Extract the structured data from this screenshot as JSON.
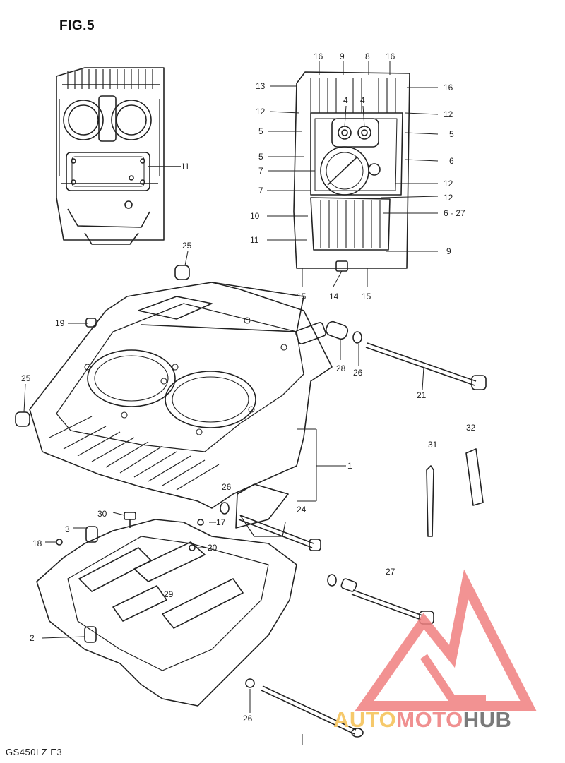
{
  "figure": {
    "title": "FIG.5",
    "model": "GS450LZ  E3"
  },
  "watermark": {
    "word1": "AUTO",
    "word2": "MOTO",
    "word3": "HUB",
    "colors": {
      "auto": "#f6c96b",
      "moto": "#f09090",
      "hub": "#7a7a7a",
      "logo": "#f08080"
    }
  },
  "callouts": [
    {
      "id": "c16a",
      "text": "16"
    },
    {
      "id": "c9a",
      "text": "9"
    },
    {
      "id": "c8",
      "text": "8"
    },
    {
      "id": "c16b",
      "text": "16"
    },
    {
      "id": "c13",
      "text": "13"
    },
    {
      "id": "c16c",
      "text": "16"
    },
    {
      "id": "c12a",
      "text": "12"
    },
    {
      "id": "c4a",
      "text": "4"
    },
    {
      "id": "c4b",
      "text": "4"
    },
    {
      "id": "c12b",
      "text": "12"
    },
    {
      "id": "c5a",
      "text": "5"
    },
    {
      "id": "c5b",
      "text": "5"
    },
    {
      "id": "c5c",
      "text": "5"
    },
    {
      "id": "c6a",
      "text": "6"
    },
    {
      "id": "c7a",
      "text": "7"
    },
    {
      "id": "c12c",
      "text": "12"
    },
    {
      "id": "c7b",
      "text": "7"
    },
    {
      "id": "c12d",
      "text": "12"
    },
    {
      "id": "c10",
      "text": "10"
    },
    {
      "id": "c6b",
      "text": "6 · 27"
    },
    {
      "id": "c11a",
      "text": "11"
    },
    {
      "id": "c9b",
      "text": "9"
    },
    {
      "id": "c15a",
      "text": "15"
    },
    {
      "id": "c14",
      "text": "14"
    },
    {
      "id": "c15b",
      "text": "15"
    },
    {
      "id": "c11b",
      "text": "11"
    },
    {
      "id": "c25a",
      "text": "25"
    },
    {
      "id": "c19",
      "text": "19"
    },
    {
      "id": "c28",
      "text": "28"
    },
    {
      "id": "c26a",
      "text": "26"
    },
    {
      "id": "c21",
      "text": "21"
    },
    {
      "id": "c25b",
      "text": "25"
    },
    {
      "id": "c32",
      "text": "32"
    },
    {
      "id": "c31",
      "text": "31"
    },
    {
      "id": "c1",
      "text": "1"
    },
    {
      "id": "c26b",
      "text": "26"
    },
    {
      "id": "c24",
      "text": "24"
    },
    {
      "id": "c30",
      "text": "30"
    },
    {
      "id": "c17",
      "text": "17"
    },
    {
      "id": "c3",
      "text": "3"
    },
    {
      "id": "c18",
      "text": "18"
    },
    {
      "id": "c20",
      "text": "20"
    },
    {
      "id": "c27",
      "text": "27"
    },
    {
      "id": "c29",
      "text": "29"
    },
    {
      "id": "c2",
      "text": "2"
    },
    {
      "id": "c26c",
      "text": "26"
    }
  ]
}
